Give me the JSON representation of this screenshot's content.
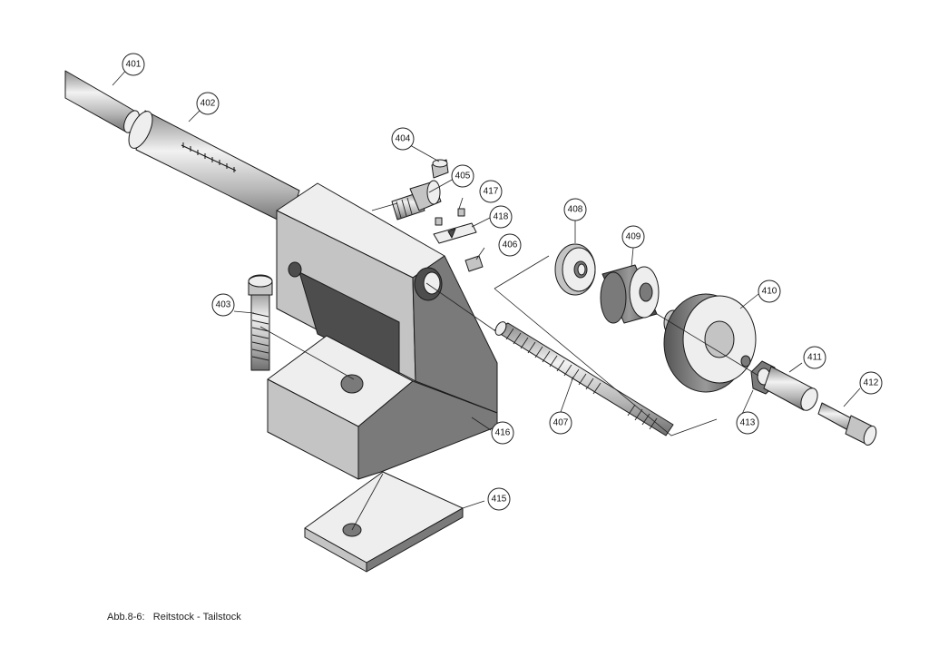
{
  "caption": {
    "figure": "Abb.8-6:",
    "title": "Reitstock - Tailstock"
  },
  "callouts": [
    "401",
    "402",
    "403",
    "404",
    "405",
    "406",
    "407",
    "408",
    "409",
    "410",
    "411",
    "412",
    "413",
    "415",
    "416",
    "417",
    "418"
  ]
}
